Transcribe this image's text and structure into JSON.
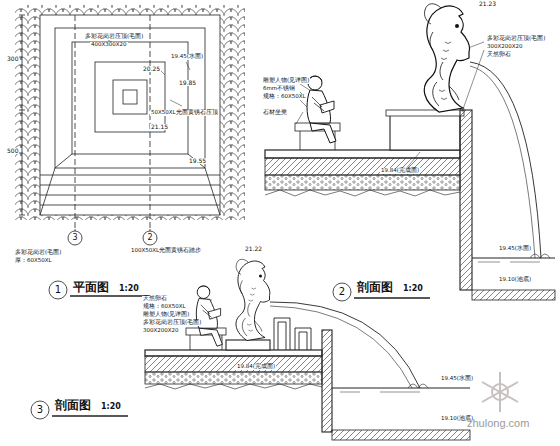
{
  "diagram": {
    "labels": [
      "300",
      "500",
      "多彩花岗岩压顶(毛面)",
      "400X300X20",
      "20.25",
      "19.45(水面)",
      "50X50XL光面黄锈石压顶",
      "19.85",
      "21.15",
      "19.55",
      "100X50XL光面黄锈石踏步",
      "多彩花岗岩(毛面)",
      "厚：60X50XL",
      "3",
      "2",
      "1",
      "平面图",
      "1:20",
      "21.23",
      "多彩花岗岩压顶(毛面)",
      "300X200X20",
      "天然卵石",
      "雕塑人物(见详图)",
      "6mm不锈钢",
      "规格：60X50XL",
      "石材坐凳",
      "19.84(完成面)",
      "19.45(水面)",
      "19.10(池底)",
      "2",
      "剖面图",
      "1:20",
      "21.22",
      "天然卵石",
      "规格：60X50XL",
      "雕塑人物(见详图)",
      "多彩花岗岩压顶(毛面)",
      "300X200X20",
      "19.84(完成面)",
      "19.45(水面)",
      "19.10(池底)",
      "3",
      "剖面图",
      "1:20",
      "zhulong.com"
    ]
  }
}
